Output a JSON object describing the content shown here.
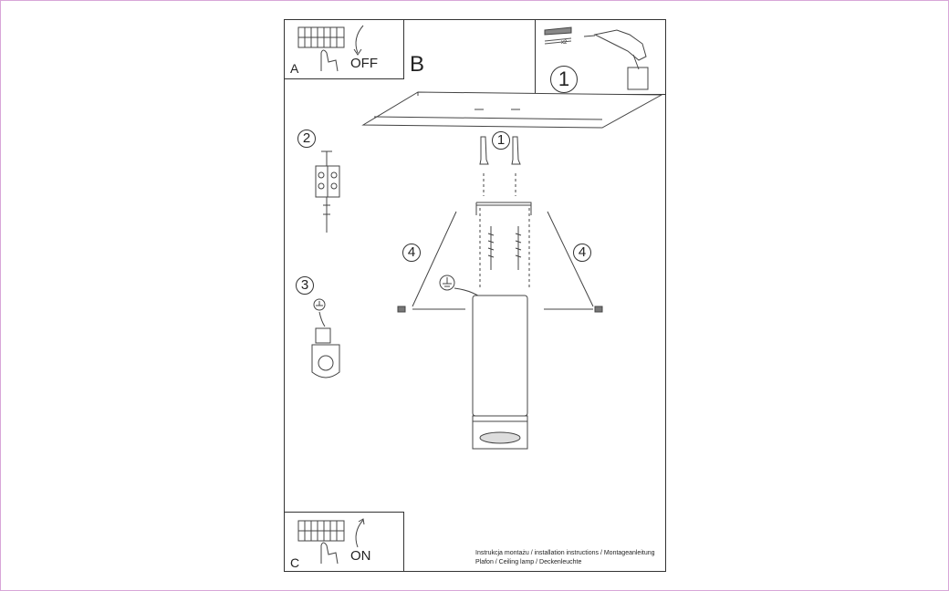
{
  "panels": {
    "a": {
      "letter": "A",
      "action": "OFF"
    },
    "b": {
      "letter": "B"
    },
    "c": {
      "letter": "C",
      "action": "ON"
    }
  },
  "tools": {
    "quantity": "x2",
    "step": "1"
  },
  "steps": {
    "one": "1",
    "two": "2",
    "three": "3",
    "four_left": "4",
    "four_right": "4"
  },
  "footer": {
    "line1": "Instrukcja montażu / installation instructions / Montageanleitung",
    "line2": "Plafon / Ceiling lamp / Deckenleuchte"
  }
}
